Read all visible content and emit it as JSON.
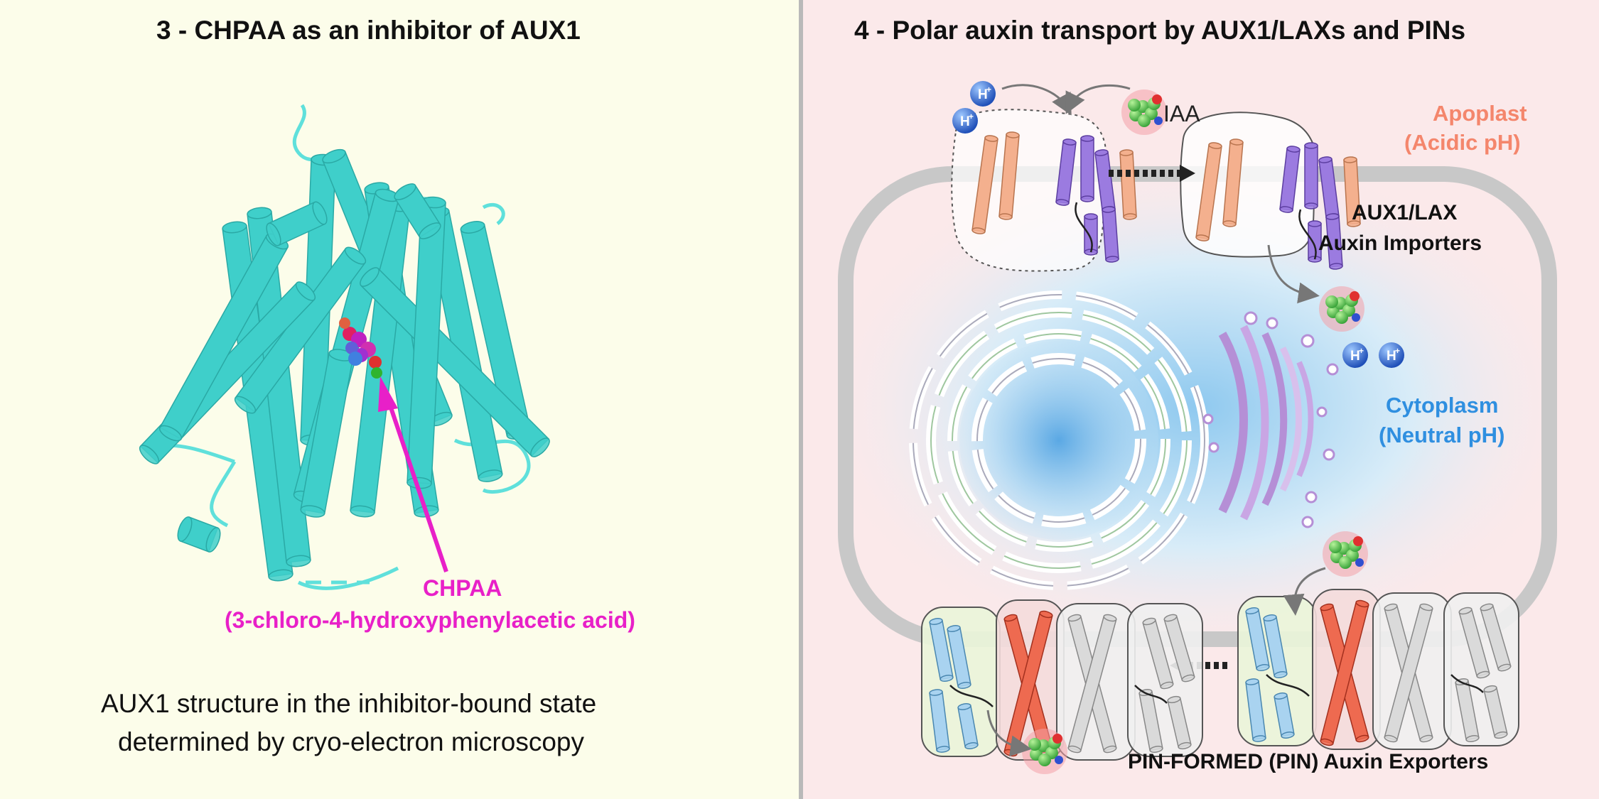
{
  "left": {
    "title": "3 - CHPAA as an inhibitor of AUX1",
    "inhibitor_name": "CHPAA",
    "inhibitor_full": "(3-chloro-4-hydroxyphenylacetic acid)",
    "caption_line1": "AUX1 structure in the inhibitor-bound state",
    "caption_line2": "determined by cryo-electron microscopy"
  },
  "right": {
    "title": "4 - Polar auxin transport by AUX1/LAXs and PINs",
    "ion_label": "H",
    "ion_charge": "+",
    "iaa_label": "IAA",
    "apoplast_line1": "Apoplast",
    "apoplast_line2": "(Acidic pH)",
    "importers_line1": "AUX1/LAX",
    "importers_line2": "Auxin Importers",
    "cytoplasm_line1": "Cytoplasm",
    "cytoplasm_line2": "(Neutral pH)",
    "exporters_label": "PIN-FORMED (PIN) Auxin Exporters"
  },
  "colors": {
    "left_bg": "#fcfdea",
    "right_bg": "#fbe9ea",
    "helix_cyan": "#5fe0db",
    "magenta": "#e820c8",
    "apoplast_orange": "#f4866c",
    "cytoplasm_blue": "#2f8fe0",
    "importer_orange": "#f4b08e",
    "importer_purple": "#9b7be0",
    "exporter_blue": "#a9d3f0",
    "exporter_red": "#ee6a50",
    "exporter_gray": "#dadada"
  }
}
